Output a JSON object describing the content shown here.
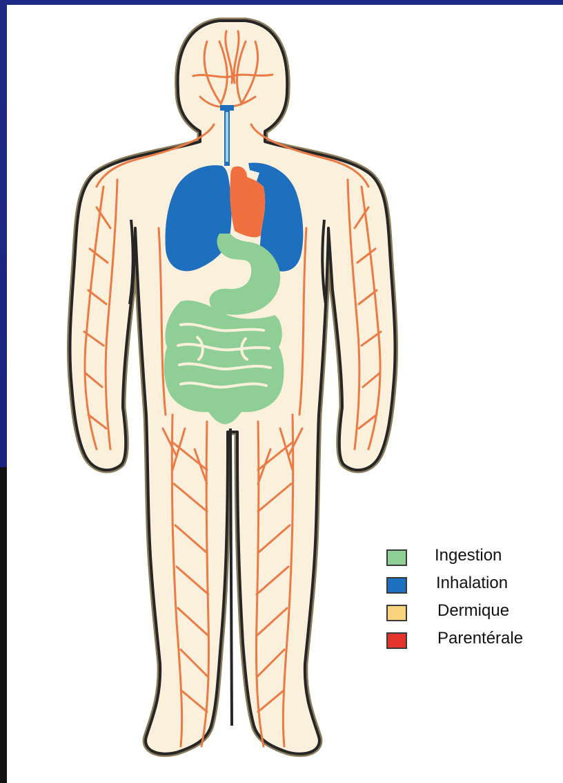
{
  "legend": {
    "items": [
      {
        "label": "Ingestion",
        "color": "#8fcf95"
      },
      {
        "label": "Inhalation",
        "color": "#1f6fbf"
      },
      {
        "label": "Dermique",
        "color": "#f7d47c"
      },
      {
        "label": "Parentérale",
        "color": "#e2342b"
      }
    ]
  },
  "colors": {
    "skin": "#fbf0dc",
    "outline": "#262626",
    "outline_outer": "#8a7a5a",
    "vessels": "#ec7a45",
    "lungs": "#1f6fbf",
    "heart": "#f07040",
    "digestive": "#8fcf95",
    "trachea": "#1f6fbf",
    "edge_blue": "#1f2a86"
  }
}
